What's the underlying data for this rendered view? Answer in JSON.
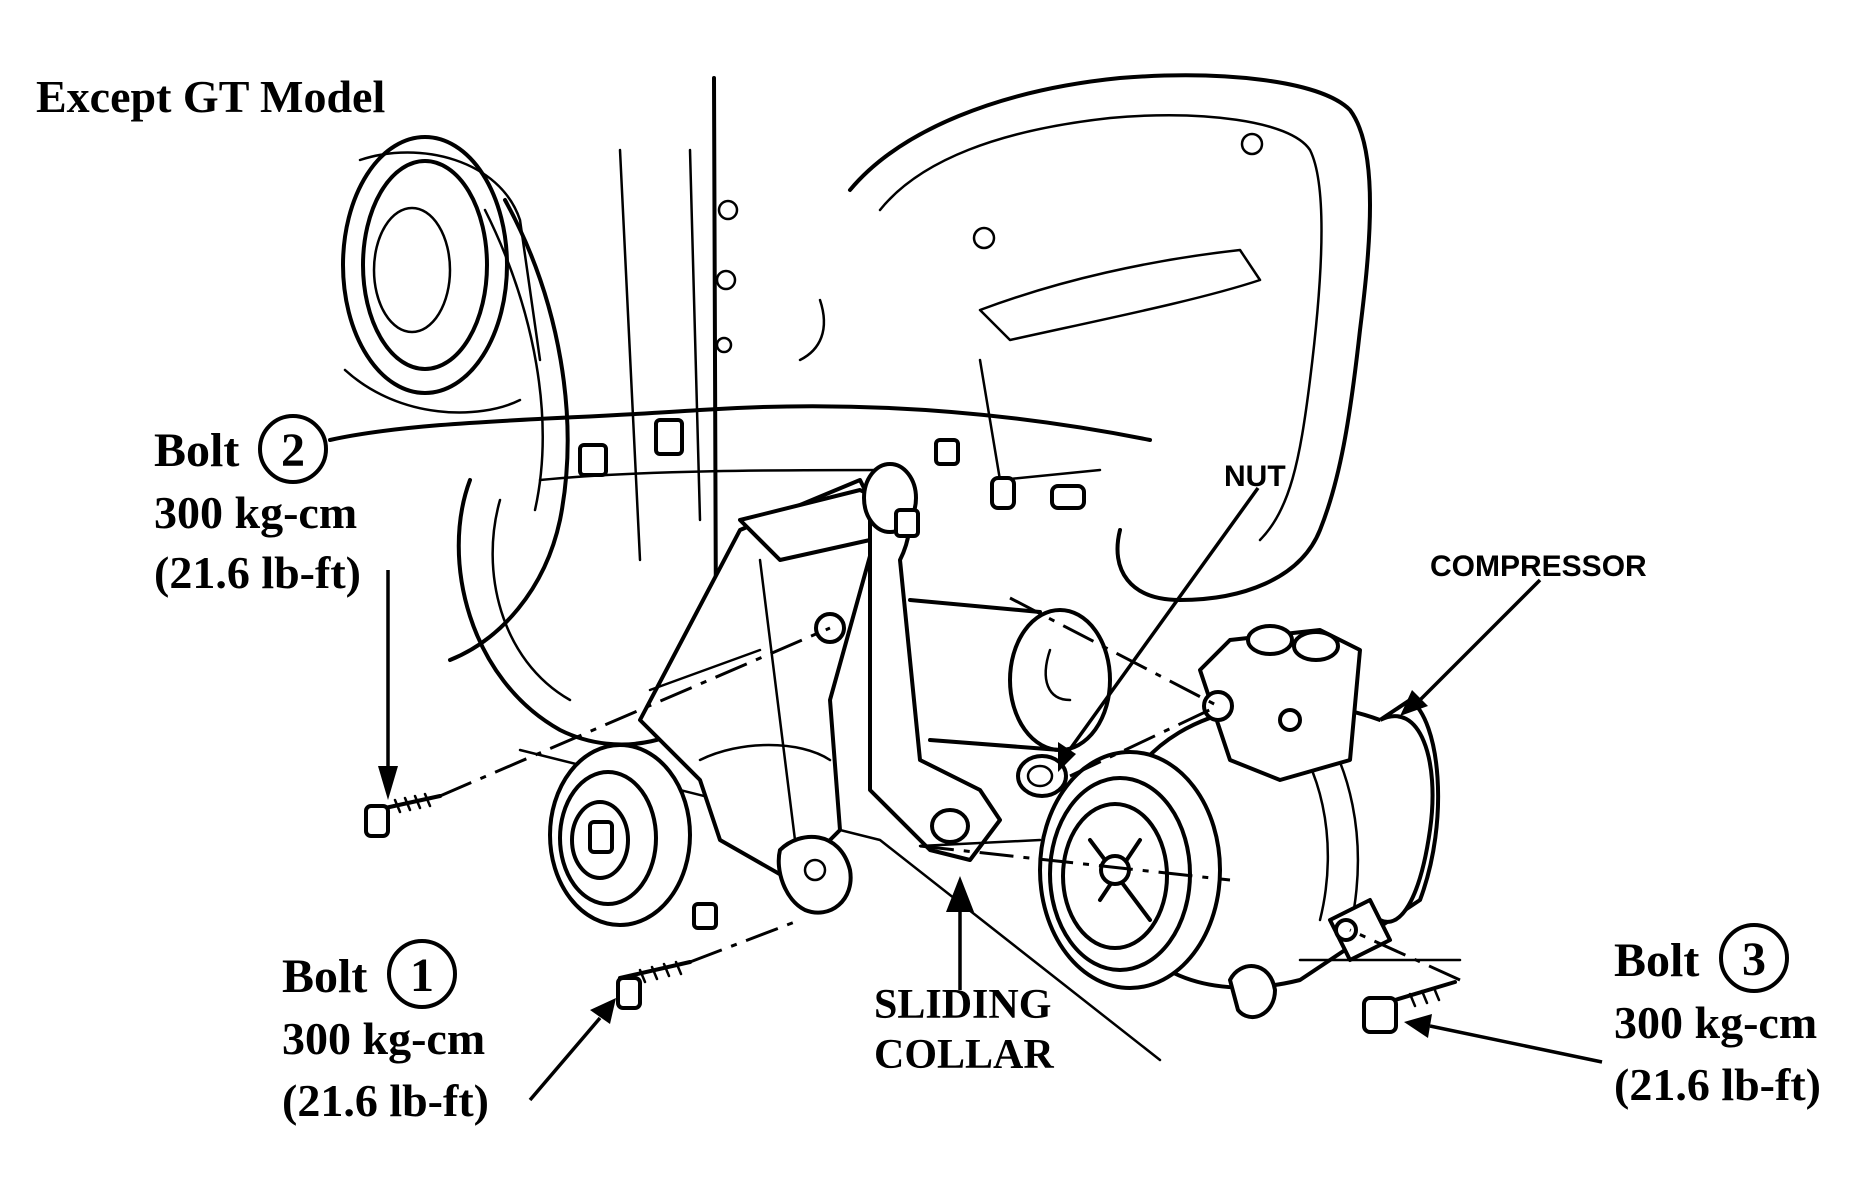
{
  "title": "Except GT Model",
  "callouts": {
    "bolt1": {
      "label": "Bolt",
      "number": "1",
      "torque_metric": "300 kg-cm",
      "torque_imperial": "(21.6 lb-ft)"
    },
    "bolt2": {
      "label": "Bolt",
      "number": "2",
      "torque_metric": "300 kg-cm",
      "torque_imperial": "(21.6 lb-ft)"
    },
    "bolt3": {
      "label": "Bolt",
      "number": "3",
      "torque_metric": "300 kg-cm",
      "torque_imperial": "(21.6 lb-ft)"
    },
    "nut": "NUT",
    "compressor": "COMPRESSOR",
    "sliding_collar": {
      "line1": "SLIDING",
      "line2": "COLLAR"
    }
  }
}
